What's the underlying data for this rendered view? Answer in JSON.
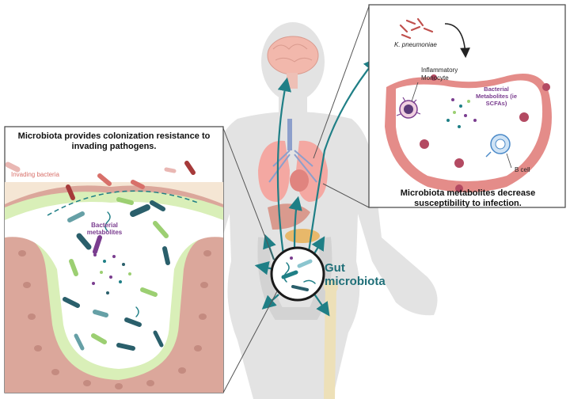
{
  "left_panel": {
    "title": "Microbiota provides colonization resistance to invading pathogens.",
    "invading_label": "Invading bacteria",
    "metabolites_label": "Bacterial metabolites"
  },
  "right_panel": {
    "pathogen_label": "K. pneumoniae",
    "monocyte_label": "Inflammatory Monocyte",
    "metabolites_label": "Bacterial Metabolites (ie SCFAs)",
    "bcell_label": "B cell",
    "caption": "Microbiota metabolites decrease susceptibility to infection."
  },
  "center": {
    "gut_label": "Gut microbiota"
  },
  "colors": {
    "arrow_teal": "#1f7f86",
    "metabolite_purple": "#7a3d8f",
    "invading_red": "#d8706a",
    "tissue_pink": "#e58a8a",
    "epithelium_green": "#cfe8a6"
  }
}
